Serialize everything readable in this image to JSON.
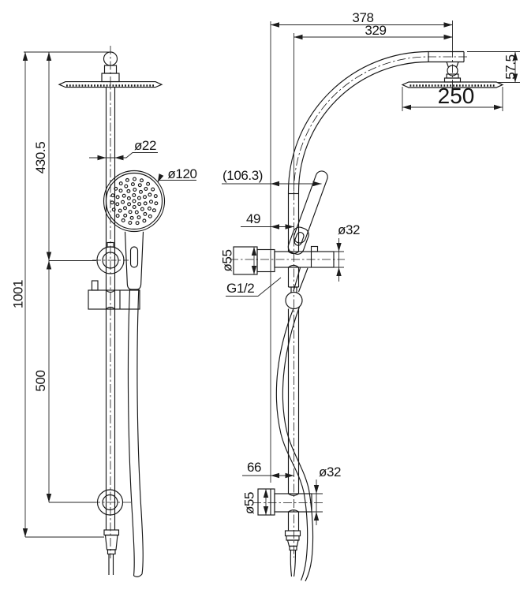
{
  "colors": {
    "background": "#ffffff",
    "line": "#161616",
    "dimension": "#262626",
    "text": "#141414"
  },
  "dims": {
    "front": {
      "overall_height": "1001",
      "top_to_upper_bracket": "430.5",
      "bracket_spacing": "500",
      "rail_diameter": "ø22",
      "handshower_diameter": "ø120"
    },
    "side": {
      "wall_to_head_center": "378",
      "rail_to_head_center": "329",
      "head_drop": "57.5",
      "head_diameter": "250",
      "handle_projection": "(106.3)",
      "wall_to_rail_upper": "49",
      "upper_flange_diameter": "ø55",
      "inlet_thread": "G1/2",
      "upper_arm_diameter": "ø32",
      "wall_to_rail_lower": "66",
      "lower_flange_diameter": "ø55",
      "lower_arm_diameter": "ø32"
    }
  }
}
